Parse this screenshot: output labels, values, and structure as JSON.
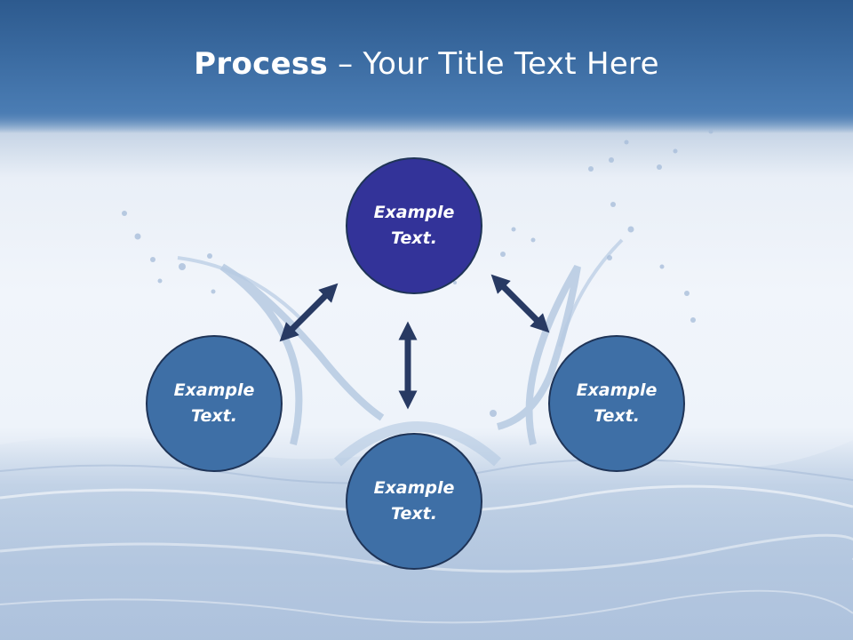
{
  "title": {
    "bold": "Process",
    "rest": " – Your Title Text Here"
  },
  "nodes": {
    "top": "Example Text.",
    "left": "Example Text.",
    "right": "Example Text.",
    "bottom": "Example Text."
  },
  "colors": {
    "top_node": "#333399",
    "side_nodes": "#3e6fa6",
    "arrow": "#283a63",
    "title_band": "#2f5d91"
  }
}
